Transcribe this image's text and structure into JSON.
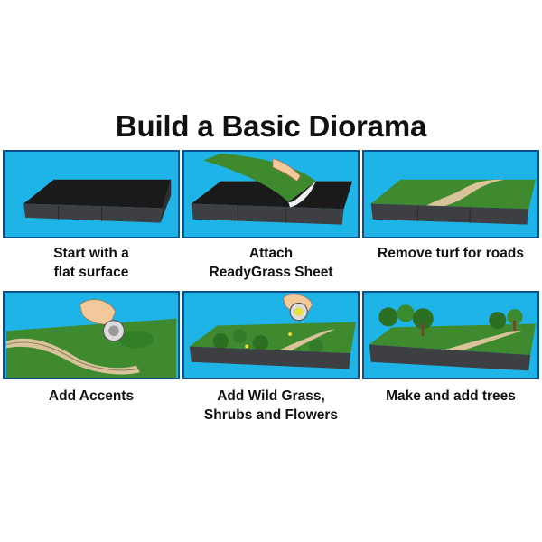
{
  "title": "Build a Basic Diorama",
  "steps": [
    {
      "caption_lines": [
        "Start with a",
        "flat surface"
      ]
    },
    {
      "caption_lines": [
        "Attach",
        "ReadyGrass Sheet"
      ]
    },
    {
      "caption_lines": [
        "Remove turf for roads"
      ]
    },
    {
      "caption_lines": [
        "Add Accents"
      ]
    },
    {
      "caption_lines": [
        "Add Wild Grass,",
        "Shrubs and Flowers"
      ]
    },
    {
      "caption_lines": [
        "Make and add trees"
      ]
    }
  ],
  "colors": {
    "sky": "#1fb4e8",
    "panel_border": "#0b4f8a",
    "tray": "#3d3f42",
    "grass": "#3f8a2f",
    "road": "#d8c39a"
  }
}
